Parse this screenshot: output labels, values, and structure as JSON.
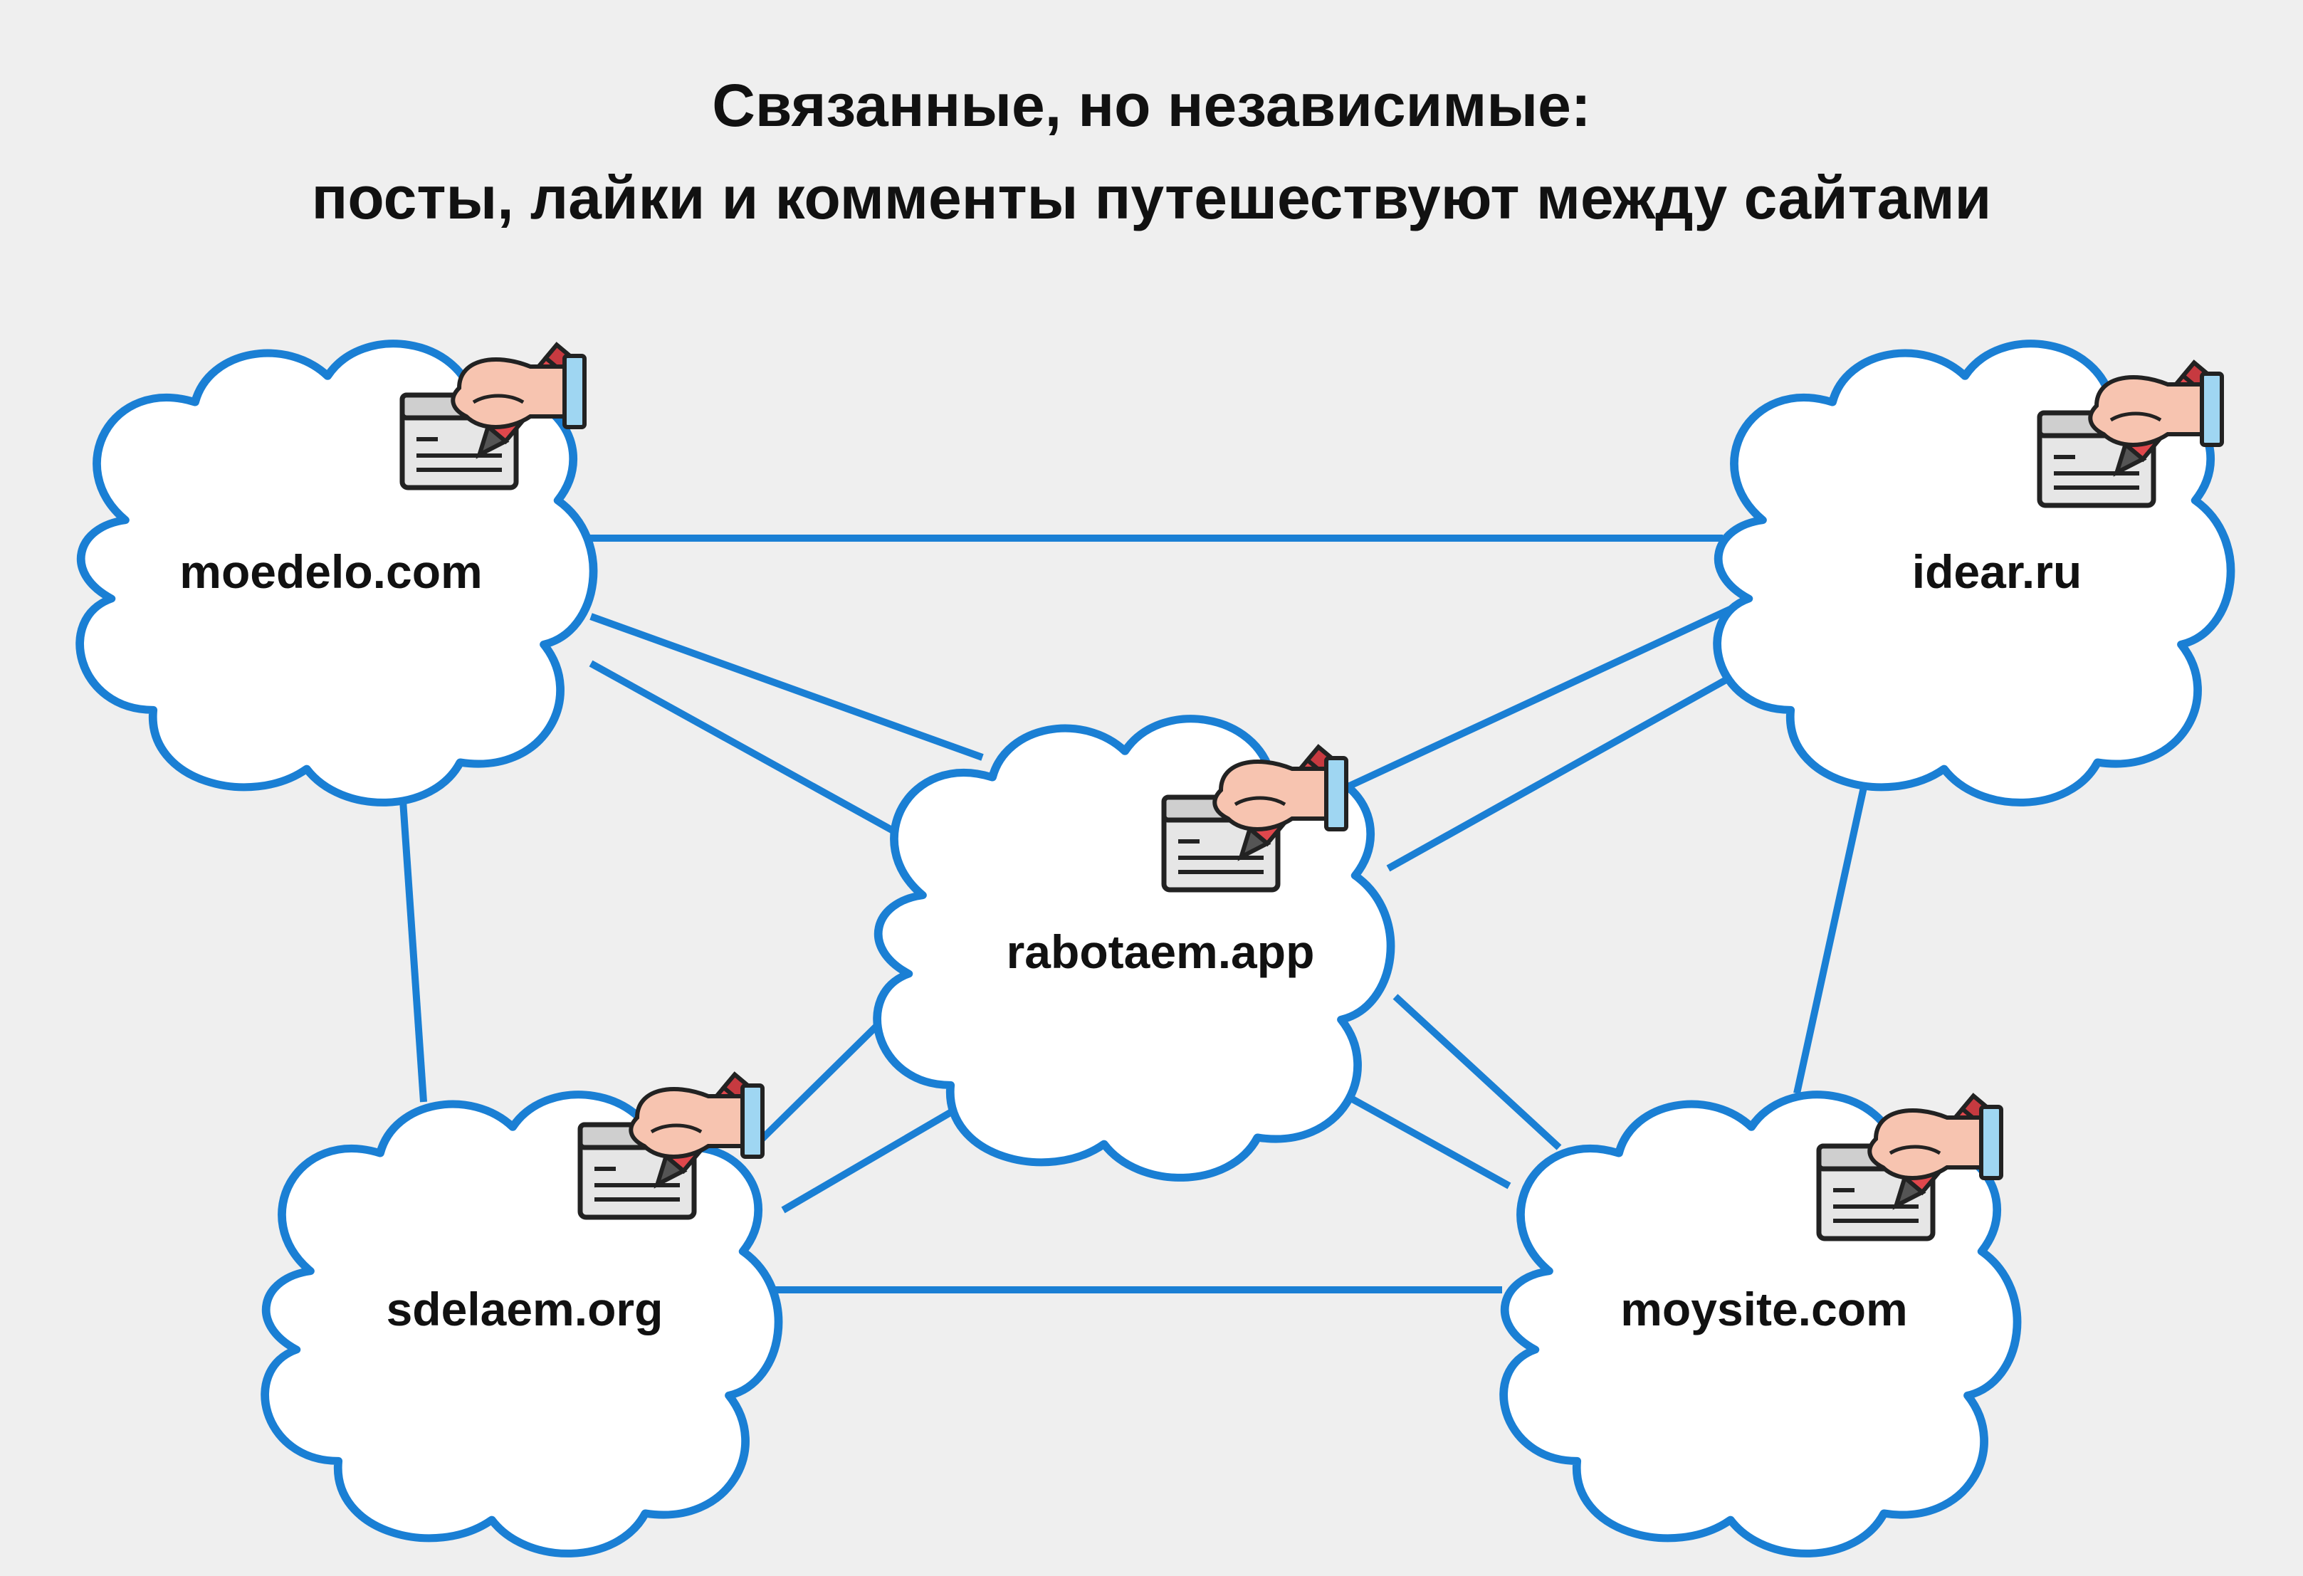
{
  "title": {
    "line1": "Связанные, но независимые:",
    "line2": "посты, лайки и комменты путешествуют между сайтами"
  },
  "nodes": [
    {
      "id": "moedelo",
      "label": "moedelo.com"
    },
    {
      "id": "idear",
      "label": "idear.ru"
    },
    {
      "id": "rabotaem",
      "label": "rabotaem.app"
    },
    {
      "id": "sdelaem",
      "label": "sdelaem.org"
    },
    {
      "id": "moysite",
      "label": "moysite.com"
    }
  ],
  "edges": [
    [
      "moedelo",
      "idear"
    ],
    [
      "moedelo",
      "rabotaem"
    ],
    [
      "moedelo",
      "sdelaem"
    ],
    [
      "idear",
      "rabotaem"
    ],
    [
      "idear",
      "moysite"
    ],
    [
      "rabotaem",
      "sdelaem"
    ],
    [
      "rabotaem",
      "moysite"
    ],
    [
      "sdelaem",
      "moysite"
    ]
  ],
  "icon": "writing-hand-document-icon",
  "colors": {
    "line": "#1a7fd4",
    "cloud_fill": "#ffffff",
    "background": "#efefef",
    "pencil": "#e0474c",
    "hand": "#f7c4b0",
    "cuff": "#9fd6f2"
  }
}
